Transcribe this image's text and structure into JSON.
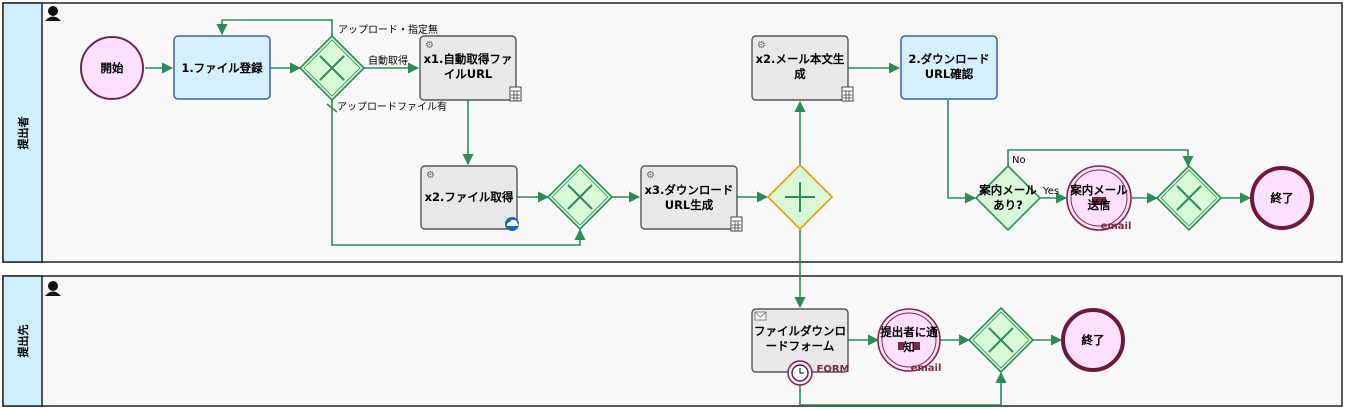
{
  "diagram": {
    "lanes": [
      {
        "id": "lane1",
        "title": "提出者"
      },
      {
        "id": "lane2",
        "title": "提出先"
      }
    ],
    "nodes": {
      "start": {
        "label": "開始"
      },
      "t1": {
        "label": [
          "1.ファイル登録"
        ]
      },
      "tx1": {
        "label": [
          "x1.自動取得ファ",
          "イルURL"
        ]
      },
      "tx2file": {
        "label": [
          "x2.ファイル取得"
        ]
      },
      "tx3": {
        "label": [
          "x3.ダウンロード",
          "URL生成"
        ]
      },
      "tx2mail": {
        "label": [
          "x2.メール本文生",
          "成"
        ]
      },
      "t2dl": {
        "label": [
          "2.ダウンロード",
          "URL確認"
        ]
      },
      "gw_guide": {
        "label": [
          "案内メール",
          "あり?"
        ]
      },
      "ev_send": {
        "label": [
          "案内メール",
          "送信"
        ],
        "sub": "email"
      },
      "end1": {
        "label": "終了"
      },
      "tform": {
        "label": [
          "ファイルダウンロ",
          "ードフォーム"
        ],
        "sub": "FORM"
      },
      "ev_notify": {
        "label": [
          "提出者に通",
          "知"
        ],
        "sub": "email"
      },
      "end2": {
        "label": "終了"
      }
    },
    "edge_labels": {
      "upload_none": "アップロード・指定無",
      "auto_get": "自動取得",
      "upload_file": "アップロードファイル有",
      "no": "No",
      "yes": "Yes"
    }
  }
}
